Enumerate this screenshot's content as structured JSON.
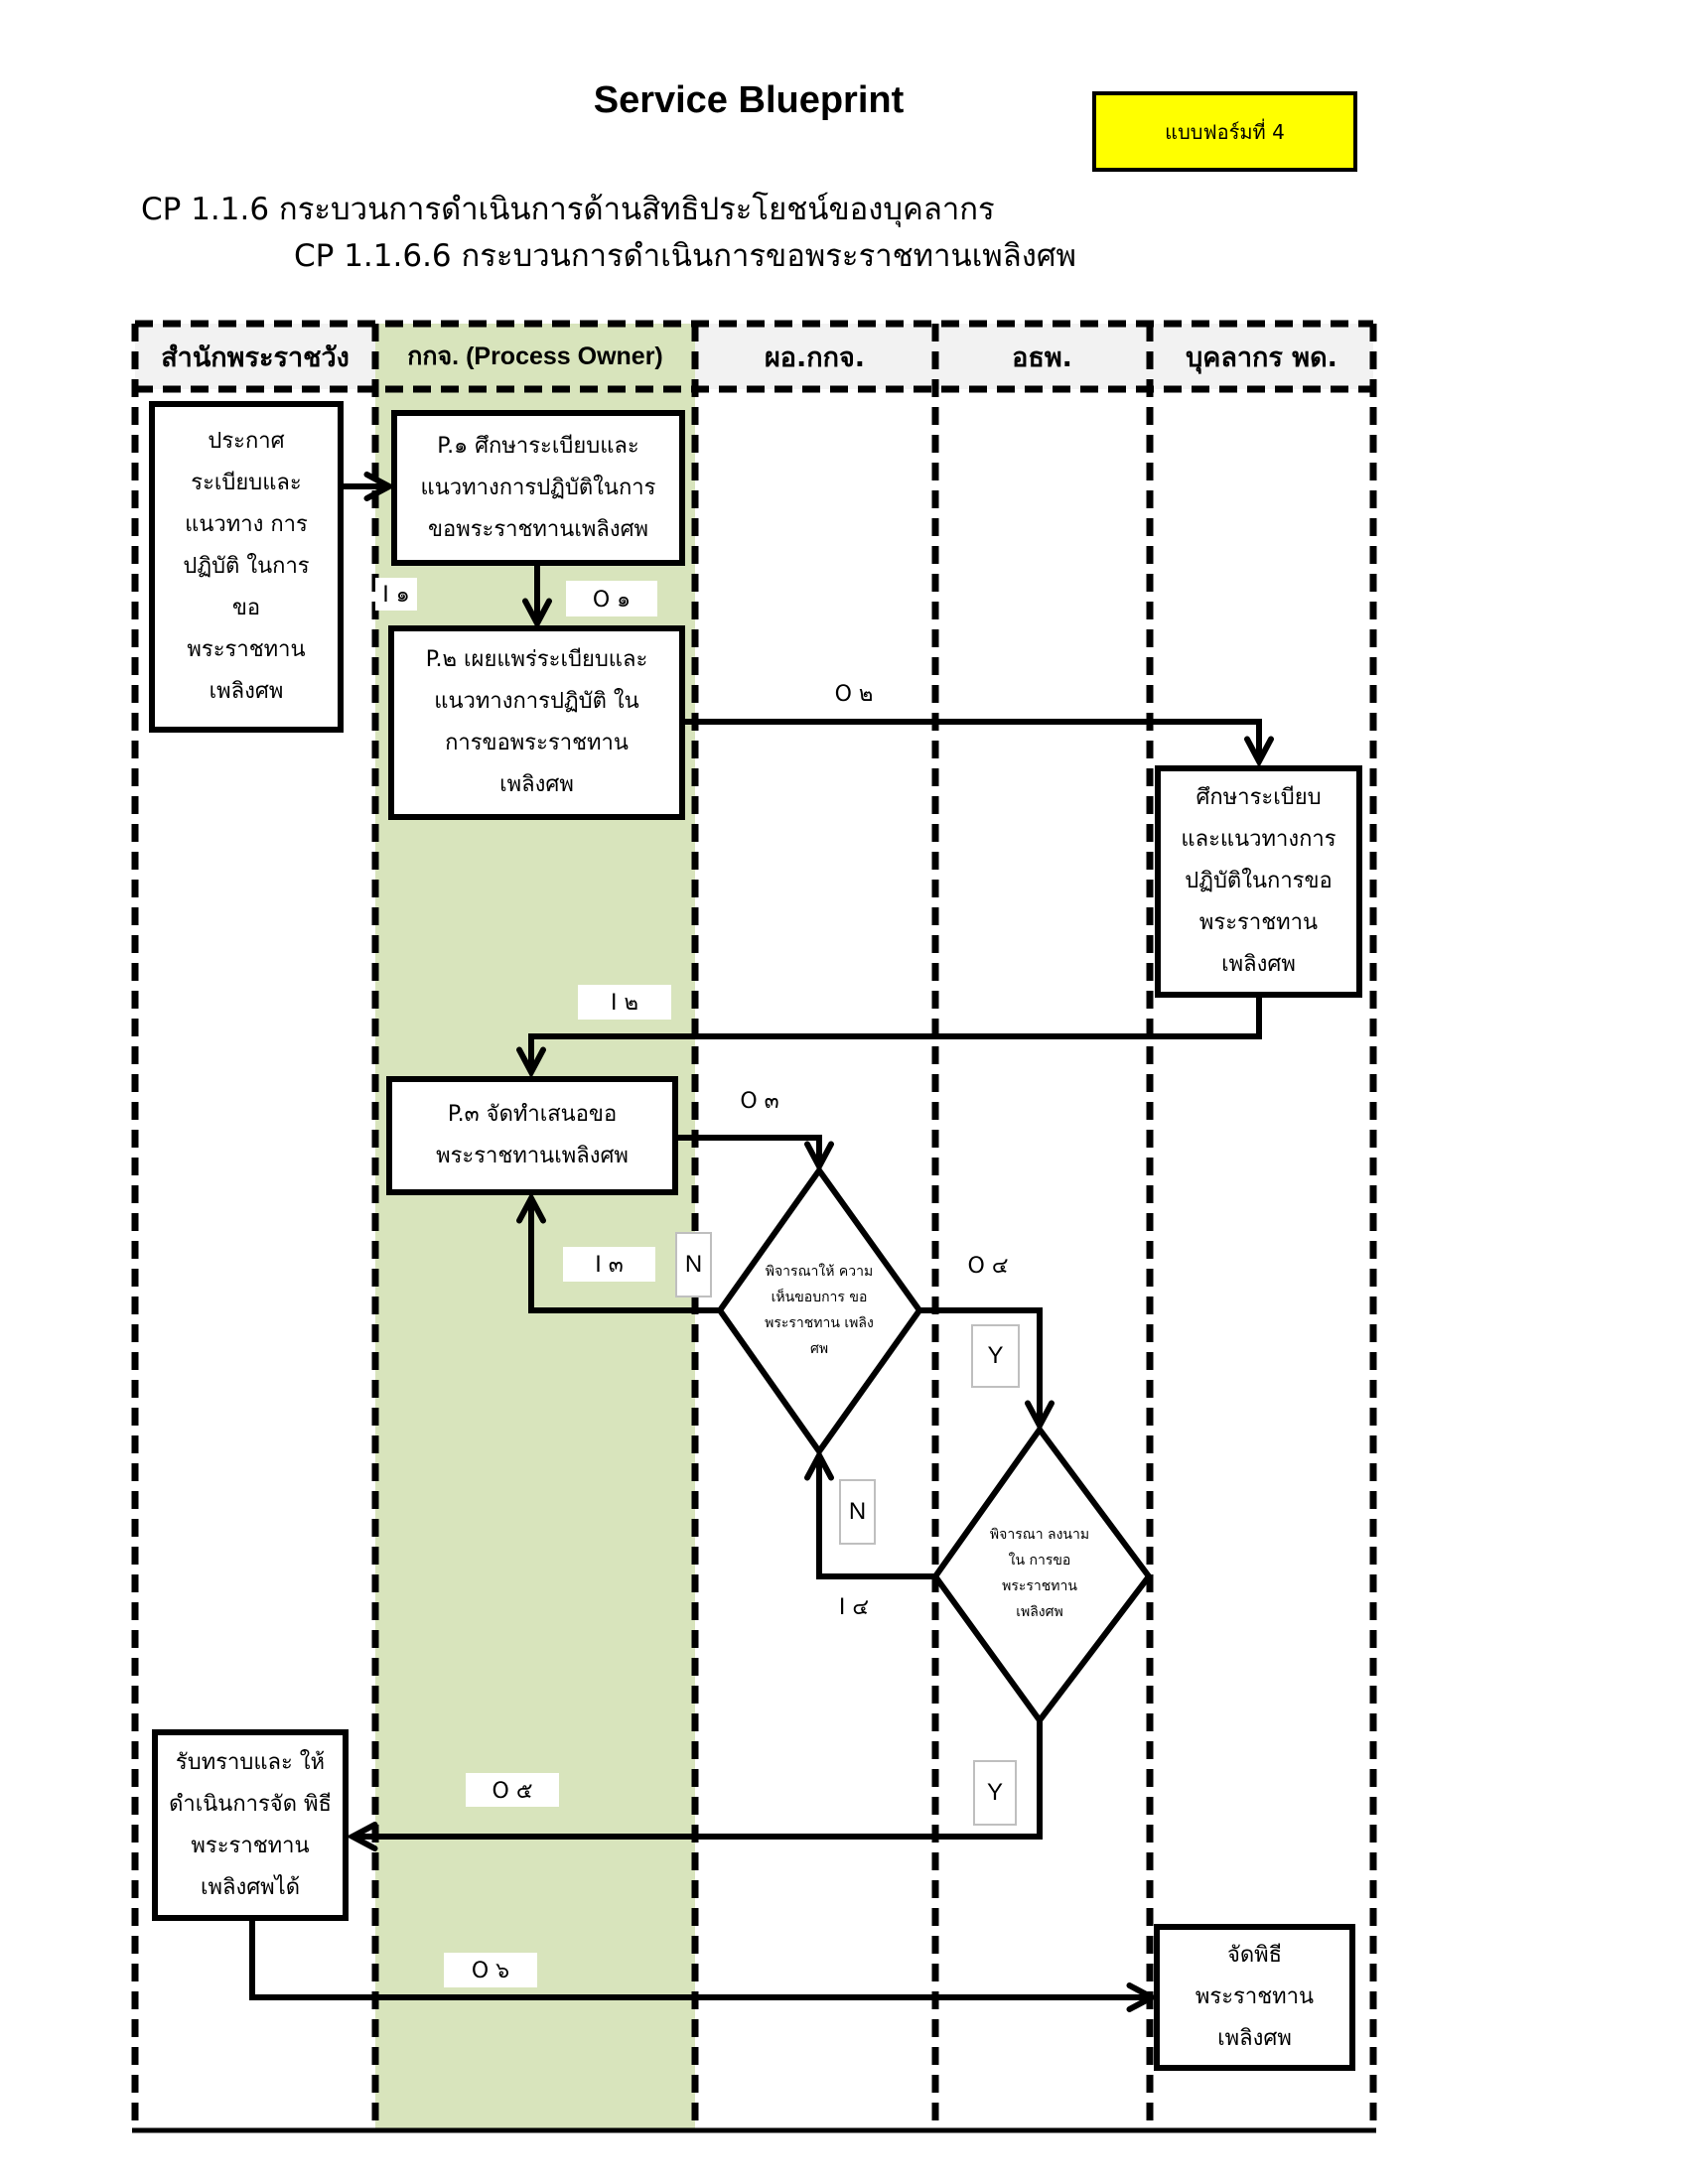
{
  "title": "Service Blueprint",
  "form_badge": "แบบฟอร์มที่ 4",
  "colors": {
    "badge": "#ffff00",
    "process_owner_lane": "#d8e4bc",
    "header_bg": "#f2f2f2",
    "yn_border": "#bfbfbf"
  },
  "cp_main": "CP 1.1.6 กระบวนการดำเนินการด้านสิทธิประโยชน์ของบุคลากร",
  "cp_sub": "CP 1.1.6.6 กระบวนการดำเนินการขอพระราชทานเพลิงศพ",
  "lanes": [
    {
      "label": "สำนักพระราชวัง"
    },
    {
      "label": "กกจ. (Process Owner)"
    },
    {
      "label": "ผอ.กกจ."
    },
    {
      "label": "อธพ."
    },
    {
      "label": "บุคลากร พด."
    }
  ],
  "nodes": {
    "announce": "ประกาศ ระเบียบและ แนวทาง การปฏิบัติ ในการขอ พระราชทาน เพลิงศพ",
    "p1": "P.๑ ศึกษาระเบียบและแนวทางการปฏิบัติในการขอพระราชทานเพลิงศพ",
    "p2": "P.๒ เผยแพร่ระเบียบและ แนวทางการปฏิบัติ ในการขอพระราชทาน เพลิงศพ",
    "study": "ศึกษาระเบียบ และแนวทางการ ปฏิบัติในการขอ พระราชทาน เพลิงศพ",
    "p3": "P.๓ จัดทำเสนอขอ พระราชทานเพลิงศพ",
    "decision1": "พิจารณาให้ ความ เห็นขอบการ ขอ พระราชทาน เพลิงศพ",
    "decision2": "พิจารณา ลงนามใน การขอ พระราชทาน เพลิงศพ",
    "acknowledge": "รับทราบและ ให้ดำเนินการจัด พิธีพระราชทาน เพลิงศพได้",
    "ceremony": "จัดพิธี พระราชทาน เพลิงศพ"
  },
  "labels": {
    "i1": "I ๑",
    "o1": "O ๑",
    "o2": "O ๒",
    "i2": "I ๒",
    "o3": "O ๓",
    "i3": "I ๓",
    "o4": "O ๔",
    "i4": "I ๔",
    "o5": "O ๕",
    "o6": "O ๖"
  },
  "branches": {
    "d1_no": "N",
    "d1_yes": "Y",
    "d2_no": "N",
    "d2_yes": "Y"
  }
}
